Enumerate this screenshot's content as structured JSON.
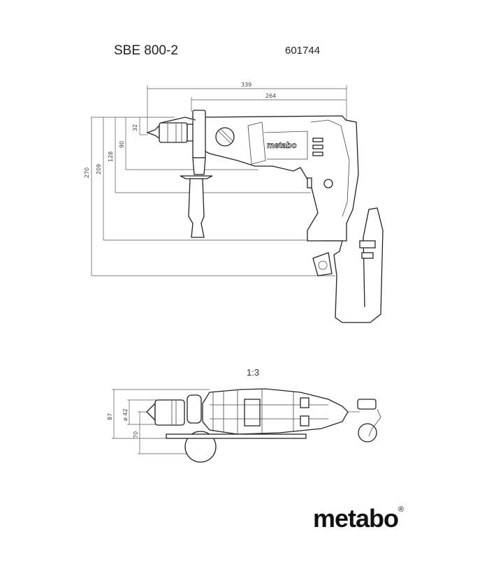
{
  "header": {
    "model": "SBE 800-2",
    "article_number": "601744"
  },
  "side_view": {
    "dimensions": {
      "total_length": "339",
      "body_length": "264",
      "chuck_height": "32",
      "spindle_to_body_bottom": "90",
      "spindle_to_trigger": "128",
      "spindle_to_grip_base": "209",
      "total_height": "270"
    },
    "housing_logo": "metabo"
  },
  "top_view": {
    "scale": "1:3",
    "dimensions": {
      "width": "87",
      "collar_diameter": "ø 42",
      "spindle_offset": "70"
    }
  },
  "brand": {
    "name": "metabo",
    "registered": "®"
  }
}
